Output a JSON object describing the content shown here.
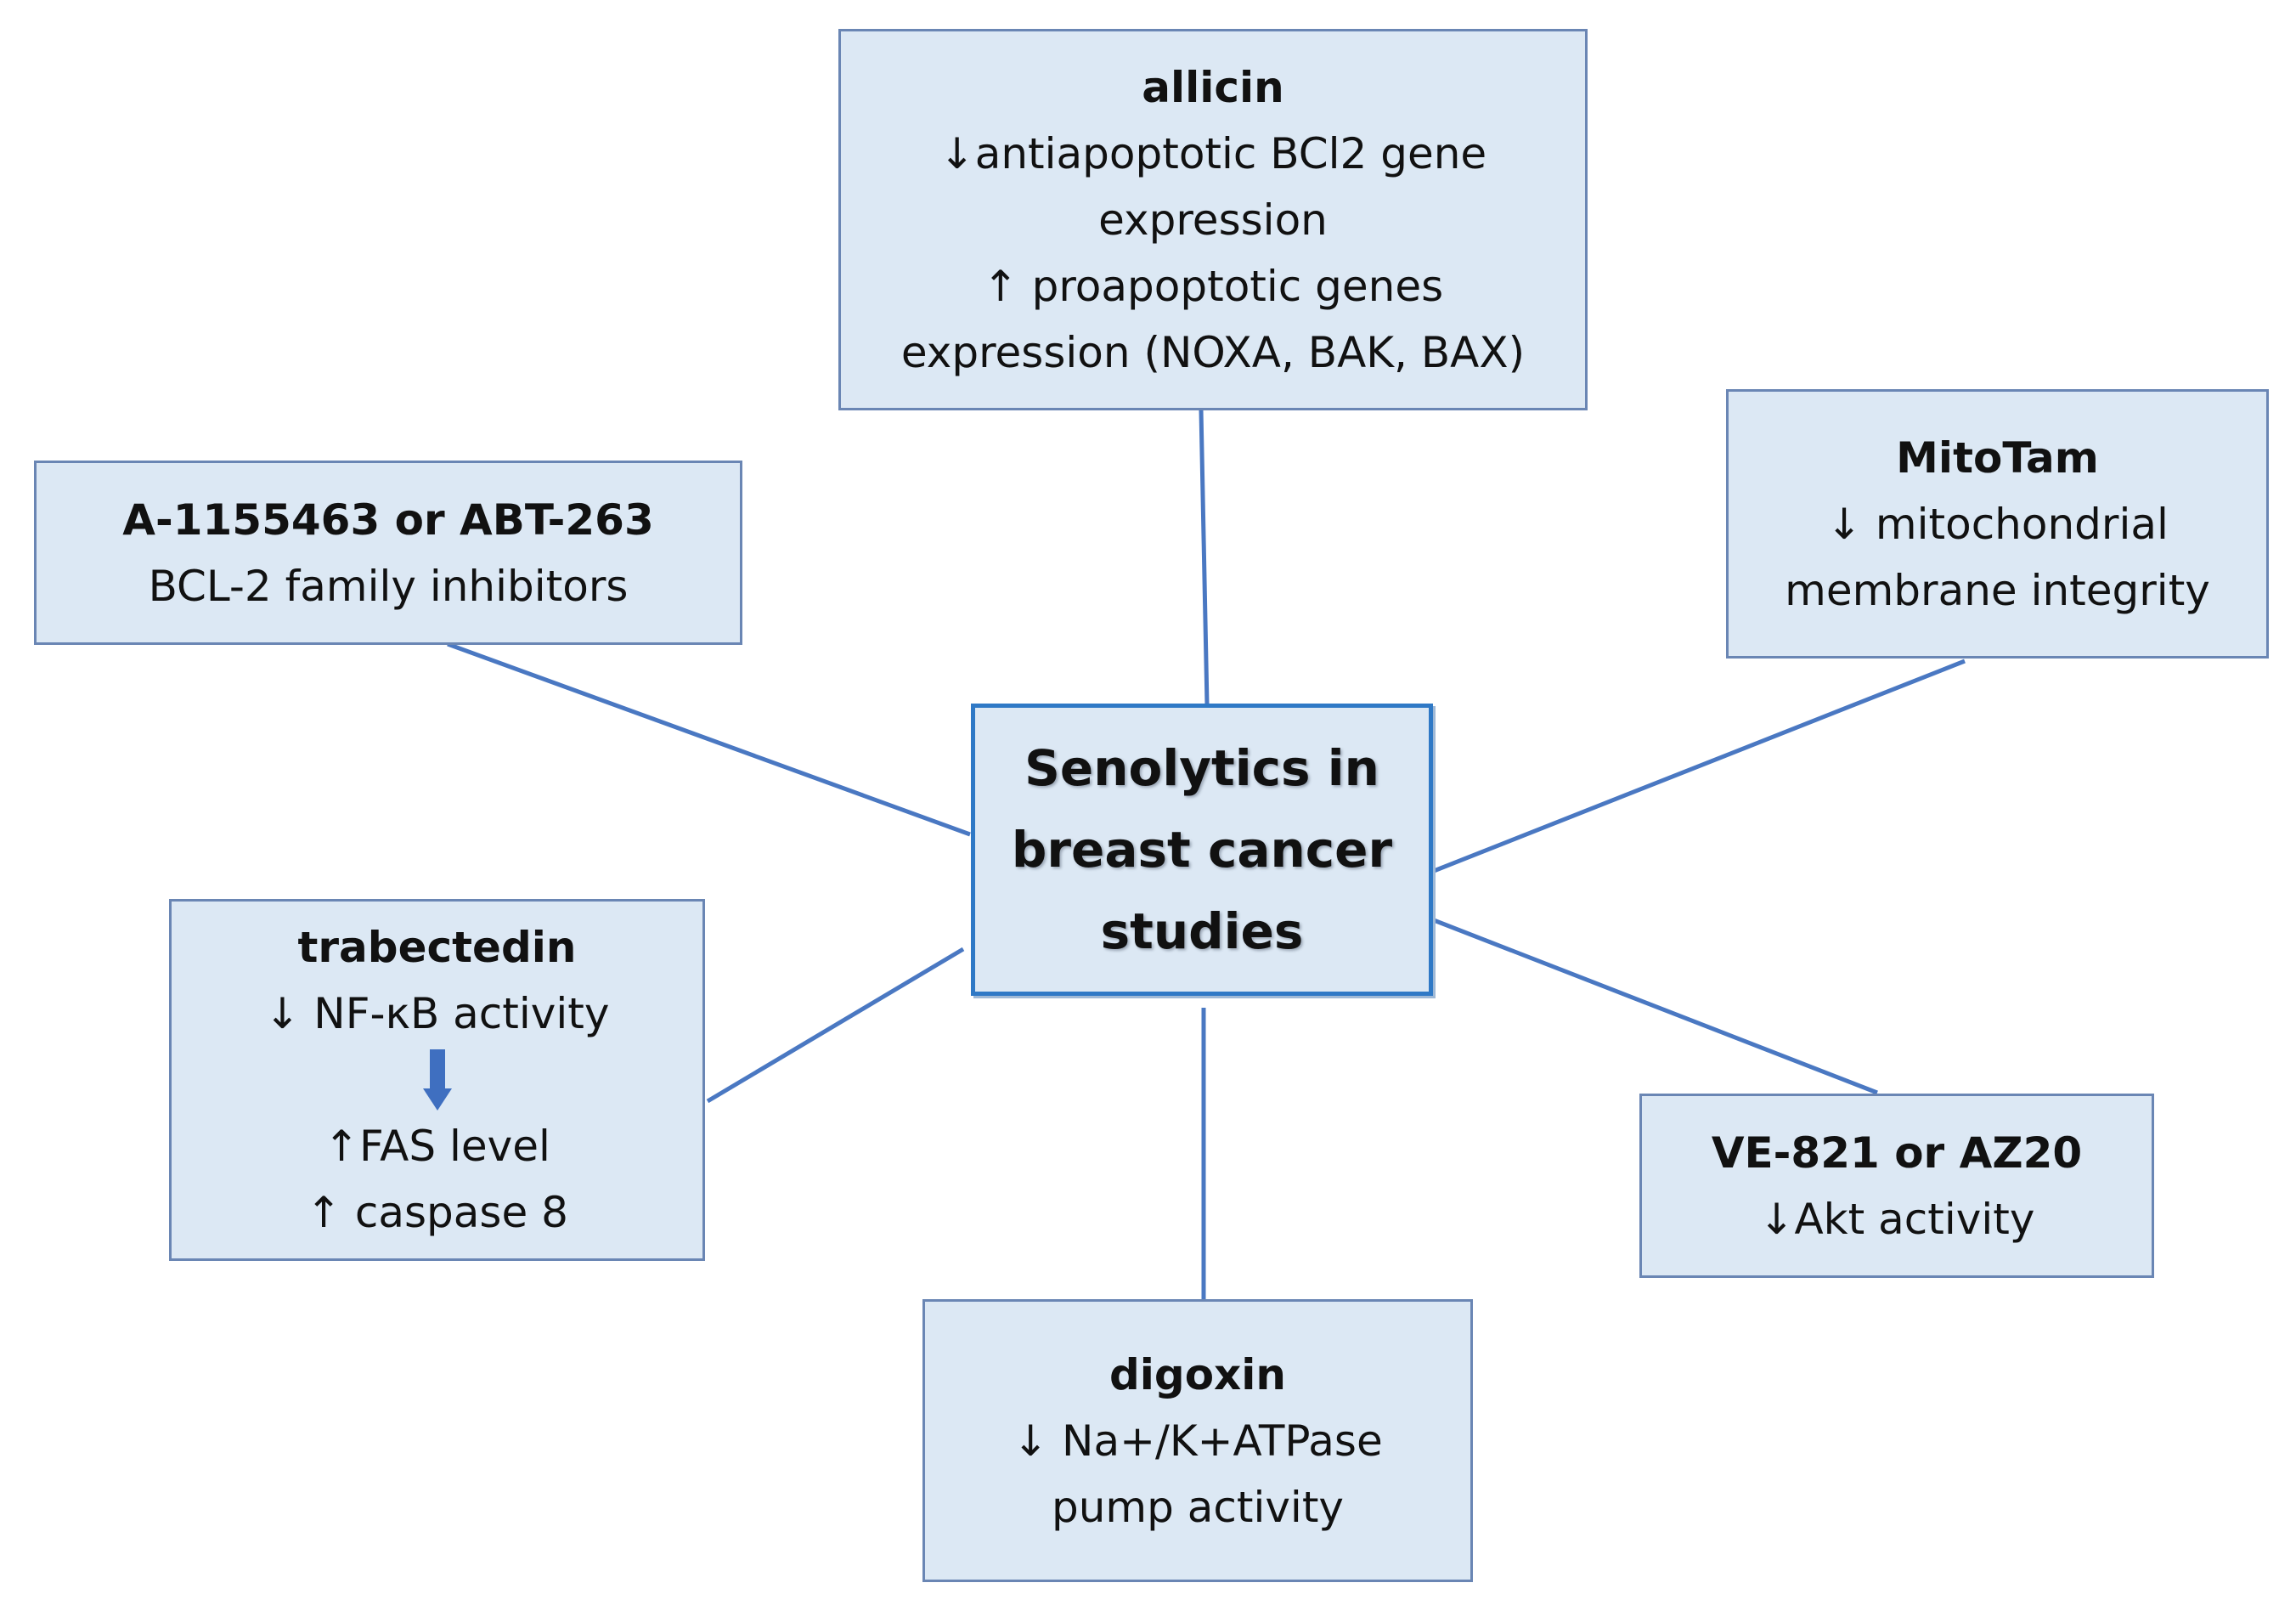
{
  "colors": {
    "box_fill": "#dce8f4",
    "box_border": "#6a86b4",
    "center_border": "#2f79c6",
    "connector": "#4a78c2"
  },
  "center": {
    "lines": [
      "Senolytics in",
      "breast cancer",
      "studies"
    ]
  },
  "allicin": {
    "title": "allicin",
    "lines": [
      "↓antiapoptotic BCl2 gene",
      "expression",
      "↑ proapoptotic genes",
      "expression (NOXA, BAK, BAX)"
    ]
  },
  "abt": {
    "title": "A-1155463 or ABT-263",
    "lines": [
      "BCL-2 family inhibitors"
    ]
  },
  "mitotam": {
    "title": "MitoTam",
    "lines": [
      "↓ mitochondrial",
      "membrane integrity"
    ]
  },
  "trabectedin": {
    "title": "trabectedin",
    "line1": "↓ NF-κB activity",
    "arrow_icon": "thick-down-arrow-icon",
    "line2": "↑FAS level",
    "line3": "↑ caspase 8"
  },
  "ve821": {
    "title": "VE-821 or AZ20",
    "lines": [
      "↓Akt activity"
    ]
  },
  "digoxin": {
    "title": "digoxin",
    "lines": [
      "↓ Na+/K+ATPase",
      "pump activity"
    ]
  }
}
